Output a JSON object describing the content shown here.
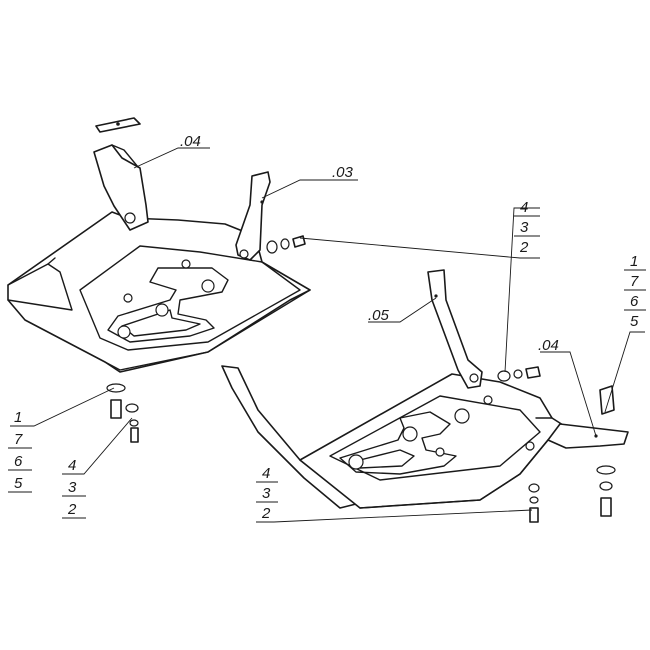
{
  "labels": {
    "part04_top": ".04",
    "part03": ".03",
    "part05": ".05",
    "part04_right": ".04",
    "stack_top_right": [
      "4",
      "3",
      "2"
    ],
    "stack_far_right": [
      "1",
      "7",
      "6",
      "5"
    ],
    "stack_left_upper": [
      "1",
      "7",
      "6",
      "5"
    ],
    "stack_left_lower": [
      "4",
      "3",
      "2"
    ],
    "stack_center_bottom": [
      "4",
      "3",
      "2"
    ]
  }
}
